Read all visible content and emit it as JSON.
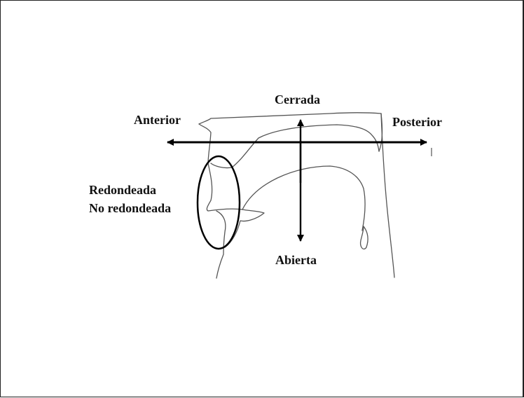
{
  "diagram": {
    "labels": {
      "closed": "Cerrada",
      "front": "Anterior",
      "back": "Posterior",
      "rounded": "Redondeada",
      "unrounded": "No redondeada",
      "open": "Abierta"
    },
    "colors": {
      "outline": "#555555",
      "arrows": "#000000",
      "text": "#111111",
      "frame": "#222222"
    }
  }
}
